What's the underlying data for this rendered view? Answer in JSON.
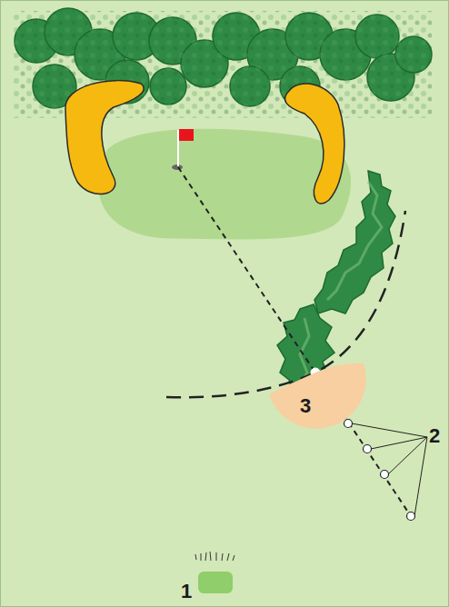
{
  "diagram": {
    "nodes": [
      {
        "text": [
          "3"
        ]
      }
    ],
    "labels": [
      "1",
      "2"
    ]
  }
}
